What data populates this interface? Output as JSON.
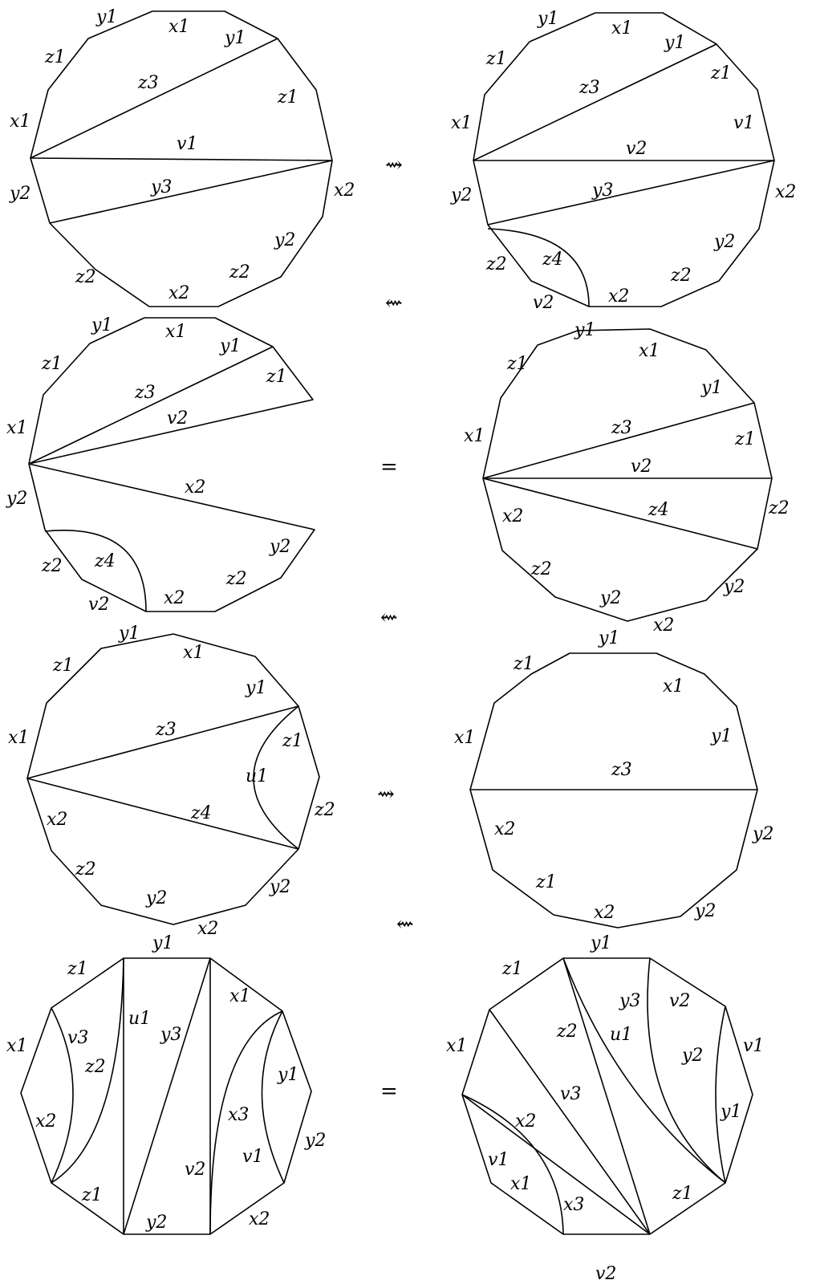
{
  "arrows": {
    "a1": "⇝",
    "a2": "⇜",
    "a3": "⇜",
    "a4": "⇝",
    "a5": "⇜"
  },
  "equals": {
    "e1": "=",
    "e2": "="
  },
  "p1": {
    "labels": [
      "y1",
      "x1",
      "y1",
      "z1",
      "z3",
      "z1",
      "x1",
      "v1",
      "y2",
      "y3",
      "x2",
      "y2",
      "z2",
      "z2",
      "x2"
    ]
  },
  "p2": {
    "labels": [
      "y1",
      "x1",
      "y1",
      "z1",
      "z3",
      "z1",
      "x1",
      "v2",
      "v1",
      "y2",
      "y3",
      "x2",
      "y2",
      "z4",
      "z2",
      "z2",
      "v2",
      "x2"
    ]
  },
  "p3": {
    "labels": [
      "y1",
      "x1",
      "y1",
      "z1",
      "z3",
      "z1",
      "x1",
      "v2",
      "x2",
      "y2",
      "y2",
      "z4",
      "z2",
      "z2",
      "v2",
      "x2"
    ]
  },
  "p4": {
    "labels": [
      "y1",
      "x1",
      "z1",
      "y1",
      "z3",
      "z1",
      "x1",
      "v2",
      "x2",
      "z4",
      "z2",
      "z2",
      "y2",
      "y2",
      "x2"
    ]
  },
  "p5": {
    "labels": [
      "y1",
      "z1",
      "x1",
      "y1",
      "z3",
      "z1",
      "x1",
      "u1",
      "x2",
      "z4",
      "z2",
      "z2",
      "y2",
      "y2",
      "x2"
    ]
  },
  "p6": {
    "labels": [
      "y1",
      "z1",
      "x1",
      "x1",
      "y1",
      "z3",
      "x2",
      "y2",
      "z1",
      "y2",
      "x2"
    ]
  },
  "p7": {
    "labels": [
      "y1",
      "z1",
      "x1",
      "x1",
      "u1",
      "y3",
      "v3",
      "z2",
      "y1",
      "x2",
      "x3",
      "v2",
      "v1",
      "y2",
      "z1",
      "y2",
      "x2"
    ]
  },
  "p8": {
    "labels": [
      "y1",
      "z1",
      "y3",
      "v2",
      "z2",
      "u1",
      "x1",
      "v1",
      "y2",
      "v3",
      "y1",
      "x2",
      "v1",
      "x1",
      "x3",
      "z1",
      "v2"
    ]
  }
}
